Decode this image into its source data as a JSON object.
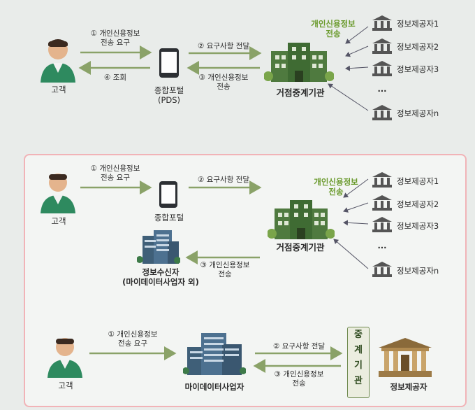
{
  "top": {
    "customer": "고객",
    "portal": [
      "종합포털",
      "(PDS)"
    ],
    "broker": "거점중계기관",
    "credit_info_label": [
      "개인신용정보",
      "전송"
    ],
    "req1": [
      "① 개인신용정보",
      "전송 요구"
    ],
    "req2": "② 요구사항 전달",
    "req3": [
      "③ 개인신용정보",
      "전송"
    ],
    "req4": "④ 조회",
    "providers": [
      "정보제공자1",
      "정보제공자2",
      "정보제공자3",
      "...",
      "정보제공자n"
    ]
  },
  "middle": {
    "customer": "고객",
    "portal": "종합포털",
    "broker": "거점중계기관",
    "credit_info_label": [
      "개인신용정보",
      "전송"
    ],
    "req1": [
      "① 개인신용정보",
      "전송 요구"
    ],
    "req2": "② 요구사항 전달",
    "req3": [
      "③ 개인신용정보",
      "전송"
    ],
    "receiver": [
      "정보수신자",
      "(마이데이터사업자 외)"
    ],
    "providers": [
      "정보제공자1",
      "정보제공자2",
      "정보제공자3",
      "...",
      "정보제공자n"
    ]
  },
  "bottom": {
    "customer": "고객",
    "mydata": "마이데이터사업자",
    "req1": [
      "① 개인신용정보",
      "전송 요구"
    ],
    "req2": "② 요구사항 전달",
    "req3": [
      "③ 개인신용정보",
      "전송"
    ],
    "relay": [
      "중",
      "계",
      "기",
      "관"
    ],
    "provider": "정보제공자"
  },
  "colors": {
    "arrow": "#8aa268",
    "accent": "#6a9a2c",
    "border": "#f1b3b7"
  }
}
